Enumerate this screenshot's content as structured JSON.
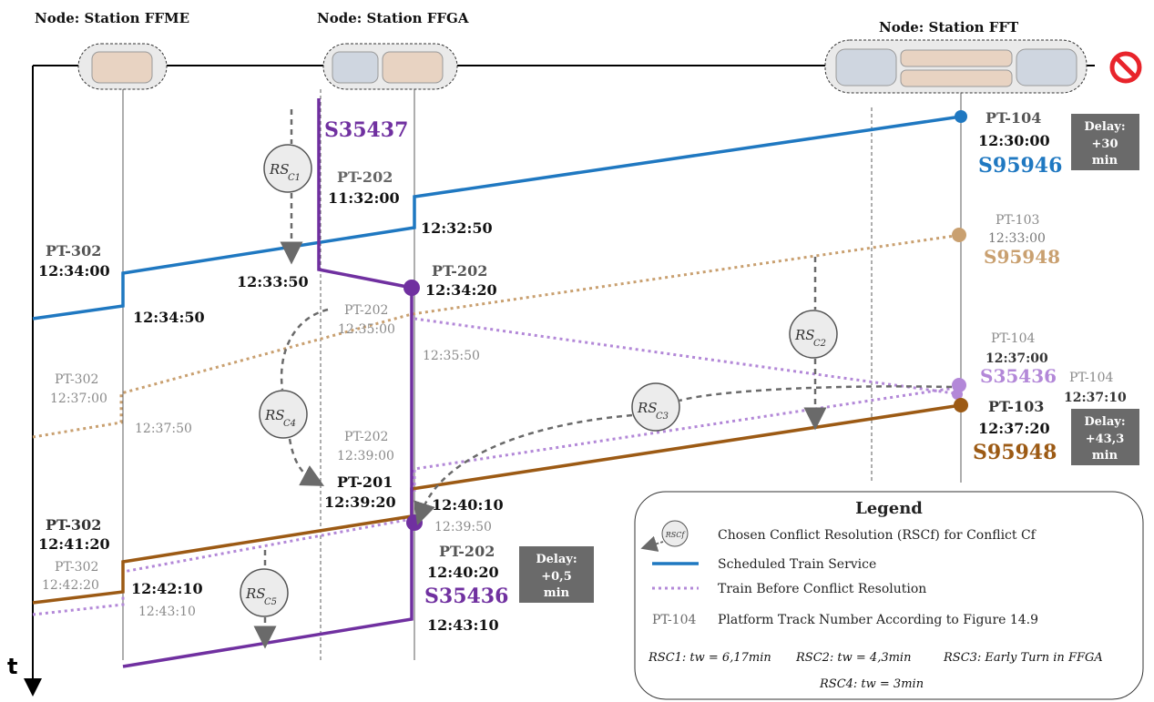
{
  "nodes": {
    "ffme": "Node: Station FFME",
    "ffga": "Node: Station FFGA",
    "fft": "Node: Station FFT"
  },
  "axis_label": "t",
  "colors": {
    "blue": "#1f78c1",
    "purple": "#7030a0",
    "light_purple": "#b388d8",
    "orange": "#9c5a14",
    "light_orange": "#c9a070",
    "gray": "#7f7f7f",
    "delay_box": "#6a6a6a",
    "platform_blue": "#cfd6e0",
    "platform_orange": "#e8d3c2",
    "no_entry": "#e8242b"
  },
  "labels": {
    "s35437": "S35437",
    "pt202_a": "PT-202",
    "t_1132": "11:32:00",
    "t_1232_50": "12:32:50",
    "pt302_a": "PT-302",
    "t_1234_00": "12:34:00",
    "t_1234_50": "12:34:50",
    "t_1233_50": "12:33:50",
    "pt202_b": "PT-202",
    "t_1234_20": "12:34:20",
    "pt202_c": "PT-202",
    "t_1235_00": "12:35:00",
    "t_1235_50": "12:35:50",
    "pt302_b": "PT-302",
    "t_1237_00": "12:37:00",
    "t_1237_50": "12:37:50",
    "pt202_d": "PT-202",
    "t_1239_00": "12:39:00",
    "pt201": "PT-201",
    "t_1239_20": "12:39:20",
    "t_1240_10": "12:40:10",
    "t_1239_50": "12:39:50",
    "pt302_c": "PT-302",
    "t_1241_20": "12:41:20",
    "pt302_d": "PT-302",
    "t_1242_20": "12:42:20",
    "t_1242_10": "12:42:10",
    "t_1243_10a": "12:43:10",
    "pt202_e": "PT-202",
    "t_1240_20": "12:40:20",
    "s35436_a": "S35436",
    "t_1243_10b": "12:43:10",
    "pt104_a": "PT-104",
    "t_1230_00": "12:30:00",
    "s95946": "S95946",
    "pt103_a": "PT-103",
    "t_1233_00": "12:33:00",
    "s95948_a": "S95948",
    "pt104_b": "PT-104",
    "t_1237_00b": "12:37:00",
    "s35436_b": "S35436",
    "pt104_c": "PT-104",
    "t_1237_10": "12:37:10",
    "pt103_b": "PT-103",
    "t_1237_20": "12:37:20",
    "s95948_b": "S95948"
  },
  "delays": {
    "d1_l1": "Delay:",
    "d1_l2": "+30",
    "d1_l3": "min",
    "d2_l1": "Delay:",
    "d2_l2": "+43,3",
    "d2_l3": "min",
    "d3_l1": "Delay:",
    "d3_l2": "+0,5",
    "d3_l3": "min"
  },
  "rs": {
    "c1": "RS",
    "c1s": "C1",
    "c2": "RS",
    "c2s": "C2",
    "c3": "RS",
    "c3s": "C3",
    "c4": "RS",
    "c4s": "C4",
    "c5": "RS",
    "c5s": "C5"
  },
  "legend": {
    "title": "Legend",
    "item1": "Chosen Conflict Resolution (RSCf) for Conflict Cf",
    "item1_icon": "RSCf",
    "item2": "Scheduled Train Service",
    "item3": "Train Before Conflict Resolution",
    "item4_code": "PT-104",
    "item4": "Platform Track Number According to Figure 14.9",
    "f1": "RSC1: tw = 6,17min",
    "f2": "RSC2: tw = 4,3min",
    "f3": "RSC3: Early Turn in FFGA",
    "f4": "RSC4: tw = 3min"
  },
  "icons": {
    "no_entry": "no-entry-icon",
    "time_arrow": "arrow-down-icon"
  }
}
